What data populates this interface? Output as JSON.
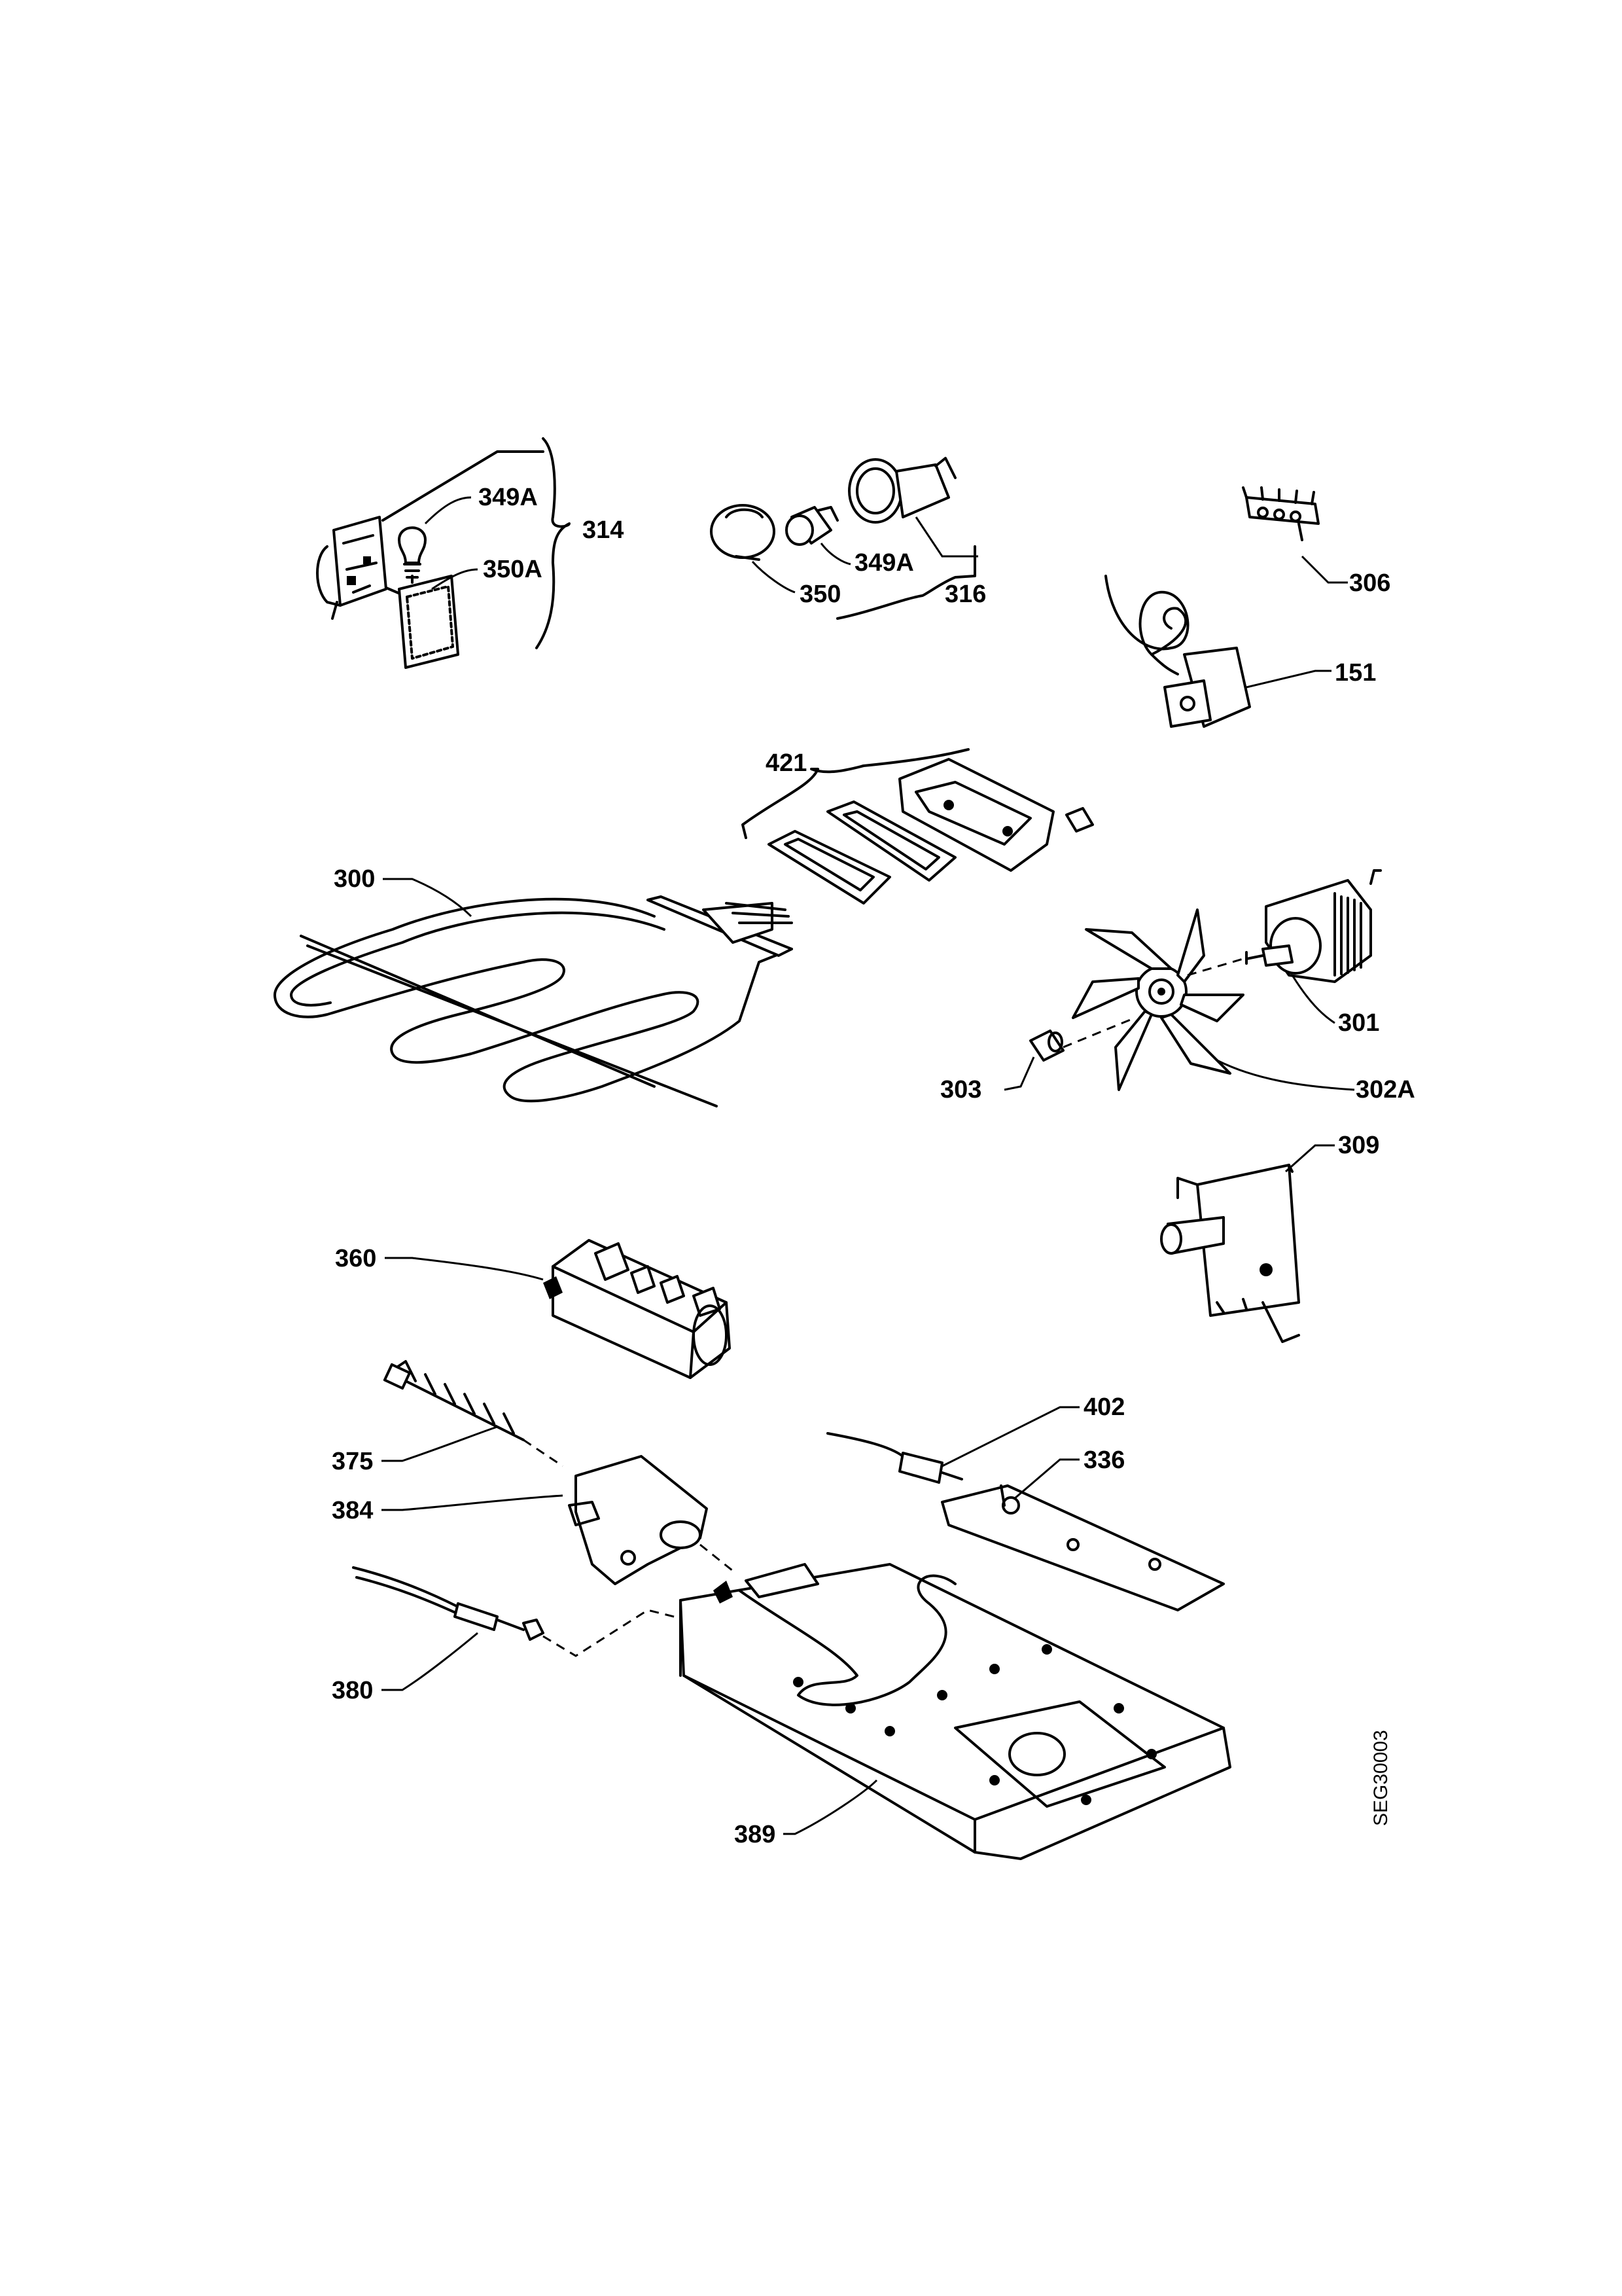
{
  "diagram": {
    "drawing_code": "SEG30003",
    "callouts": {
      "c314": "314",
      "c349a_left": "349A",
      "c350a": "350A",
      "c349a_mid": "349A",
      "c350": "350",
      "c316": "316",
      "c306": "306",
      "c151": "151",
      "c421": "421",
      "c300": "300",
      "c301": "301",
      "c303": "303",
      "c302a": "302A",
      "c309": "309",
      "c360": "360",
      "c402": "402",
      "c336": "336",
      "c375": "375",
      "c384": "384",
      "c380": "380",
      "c389": "389"
    }
  }
}
